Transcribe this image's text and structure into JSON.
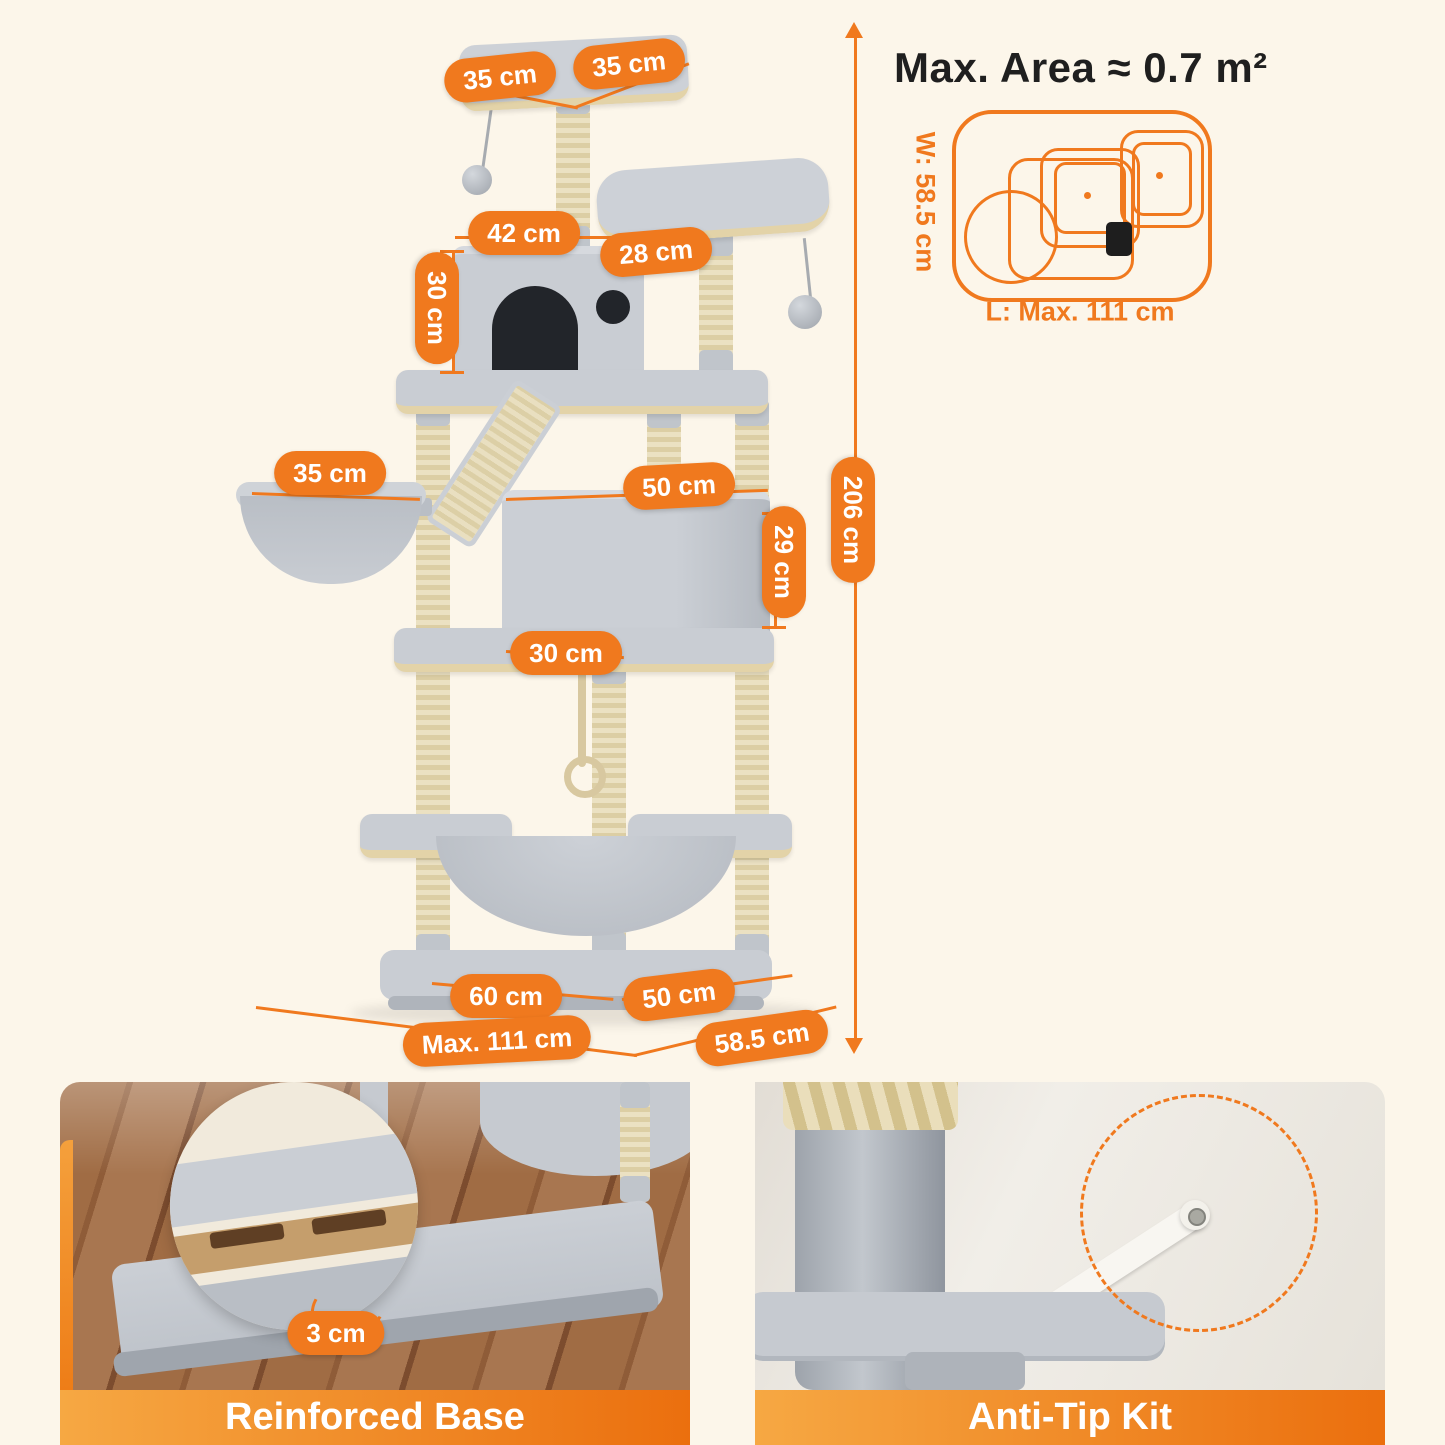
{
  "colors": {
    "accent": "#F0791E",
    "background": "#FCF6EA",
    "plush_gray": "#C9CDD3",
    "sisal": "#E3D3A8"
  },
  "pills": {
    "top_w": "35 cm",
    "top_d": "35 cm",
    "condo_w": "42 cm",
    "lounger_d": "28 cm",
    "condo_h": "30 cm",
    "basket_w": "35 cm",
    "cube_w": "50 cm",
    "cube_h": "29 cm",
    "cube_d": "30 cm",
    "base_w": "60 cm",
    "base_d": "50 cm",
    "length_max": "Max. 111 cm",
    "depth": "58.5 cm",
    "height": "206 cm",
    "base_thickness": "3 cm"
  },
  "area": {
    "title": "Max. Area ≈ 0.7 m²",
    "width": "W: 58.5 cm",
    "length": "L: Max. 111 cm"
  },
  "panels": {
    "left_caption": "Reinforced Base",
    "right_caption": "Anti-Tip Kit"
  }
}
